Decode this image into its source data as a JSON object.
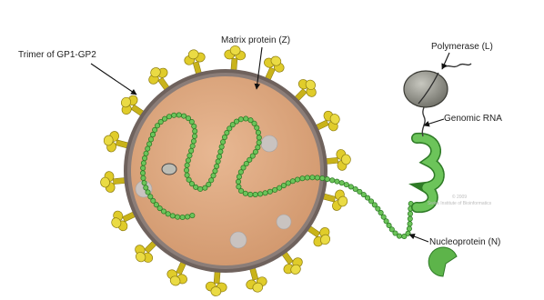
{
  "labels": {
    "trimer": "Trimer of GP1-GP2",
    "matrix": "Matrix protein (Z)",
    "polymerase": "Polymerase (L)",
    "genomic_rna": "Genomic RNA",
    "nucleoprotein": "Nucleoprotein (N)"
  },
  "watermark": {
    "line1": "© 2009",
    "line2": "Swiss Institute of Bioinformatics"
  },
  "colors": {
    "capsid_fill": "#dca67d",
    "capsid_ring": "#7a6a64",
    "spike_yellow": "#d7c21a",
    "spike_dark": "#8f7e10",
    "nucleoprotein_green": "#5db44a",
    "polymerase_grey": "#9a9a90"
  }
}
